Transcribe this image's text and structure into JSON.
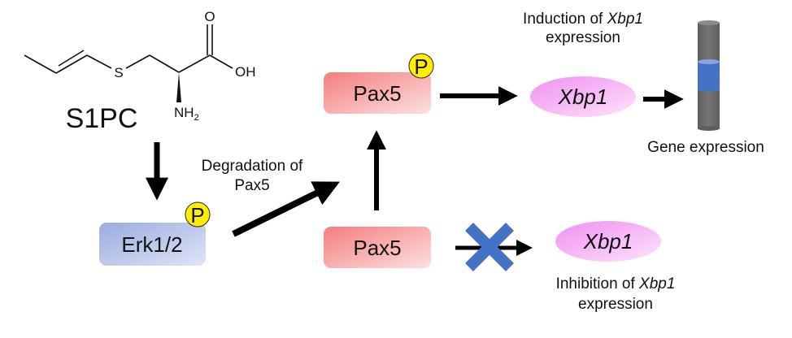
{
  "molecule": {
    "name": "S1PC",
    "atoms": {
      "sulfur": "S",
      "oxygen": "O",
      "hydroxyl": "OH",
      "amine": "NH",
      "amine_subscript": "2"
    }
  },
  "nodes": {
    "erk": {
      "label": "Erk1/2",
      "phospho": "P",
      "color_start": "#9aacdf",
      "color_end": "#dfe5f6"
    },
    "pax5_phospho": {
      "label": "Pax5",
      "phospho": "P",
      "color_start": "#f47d7d",
      "color_end": "#fde0e0"
    },
    "pax5": {
      "label": "Pax5",
      "color_start": "#f47d7d",
      "color_end": "#fde0e0"
    },
    "xbp1_induced": {
      "label": "Xbp1",
      "color_start": "#f08ff0",
      "color_end": "#fce4fb"
    },
    "xbp1_inhibited": {
      "label": "Xbp1",
      "color_start": "#f08ff0",
      "color_end": "#fce4fb"
    }
  },
  "annotations": {
    "degradation": [
      "Degradation of",
      "Pax5"
    ],
    "induction": {
      "line1_prefix": "Induction of ",
      "line1_gene": "Xbp1",
      "line2": "expression"
    },
    "inhibition": {
      "line1_prefix": "Inhibition of ",
      "line1_gene": "Xbp1",
      "line2": "expression"
    },
    "gene_expression": "Gene expression"
  },
  "colors": {
    "phospho_fill": "#ffee00",
    "block_x": "#4472c4",
    "cylinder": "#6b6b6b",
    "cylinder_band": "#4472c4",
    "arrow": "#000000"
  }
}
